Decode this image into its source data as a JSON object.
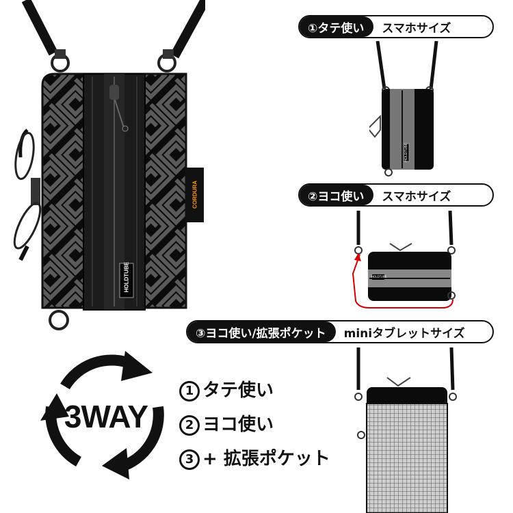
{
  "badges": [
    {
      "lead": "①タテ使い",
      "tail": "スマホサイズ"
    },
    {
      "lead": "②ヨコ使い",
      "tail": "スマホサイズ"
    },
    {
      "lead": "③ヨコ使い/拡張ポケット",
      "tail": "miniタブレットサイズ"
    }
  ],
  "main_product": {
    "tag_text": "HOLDTUBE",
    "brand_label": "CORDURA"
  },
  "small_views": {
    "view1_tag": "HOLDTUBE",
    "view2_tag": "HOLDTUBE"
  },
  "logo": {
    "text": "3WAY"
  },
  "list": [
    {
      "num": "1",
      "label": "タテ使い"
    },
    {
      "num": "2",
      "label": "ヨコ使い"
    },
    {
      "num": "3",
      "label": "+ 拡張ポケット"
    }
  ],
  "colors": {
    "ink": "#111111",
    "pattern": "#5a5a5a",
    "accent_red": "#d10000"
  }
}
